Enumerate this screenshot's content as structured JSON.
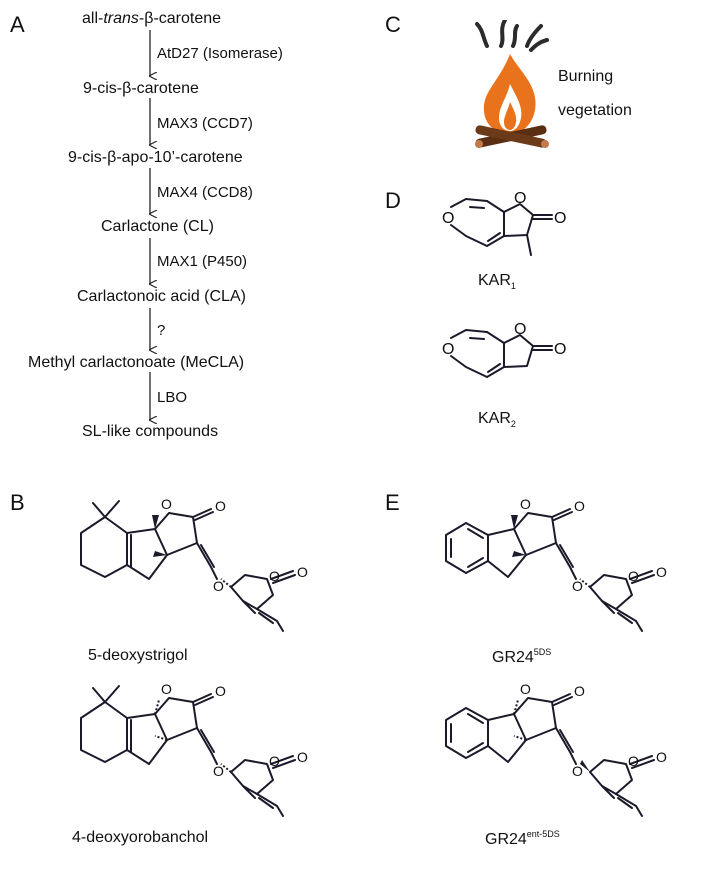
{
  "panels": {
    "a": "A",
    "b": "B",
    "c": "C",
    "d": "D",
    "e": "E"
  },
  "pathway": {
    "first_prefix": "all-",
    "first_italic": "trans",
    "first_suffix": "-β-carotene",
    "compounds": [
      "9-cis-β-carotene",
      "9-cis-β-apo-10’-carotene",
      "Carlactone (CL)",
      "Carlactonoic acid (CLA)",
      "Methyl carlactonoate (MeCLA)",
      "SL-like compounds"
    ],
    "enzymes": [
      "AtD27 (Isomerase)",
      "MAX3 (CCD7)",
      "MAX4 (CCD8)",
      "MAX1 (P450)",
      "?",
      "LBO"
    ]
  },
  "burning": {
    "line1": "Burning",
    "line2": "vegetation"
  },
  "karrikins": {
    "kar1_base": "KAR",
    "kar1_sub": "1",
    "kar2_base": "KAR",
    "kar2_sub": "2"
  },
  "strigolactones": {
    "sl1": "5-deoxystrigol",
    "sl2": "4-deoxyorobanchol"
  },
  "gr24": {
    "gr1_base": "GR24",
    "gr1_sup": "5DS",
    "gr2_base": "GR24",
    "gr2_sup": "ent-5DS"
  },
  "atoms": {
    "O": "O"
  },
  "colors": {
    "flame_outer": "#e8731c",
    "flame_inner": "#ffffff",
    "smoke": "#2b2b2b",
    "logs": "#5a2e12",
    "bonds": "#1a1a2a"
  }
}
